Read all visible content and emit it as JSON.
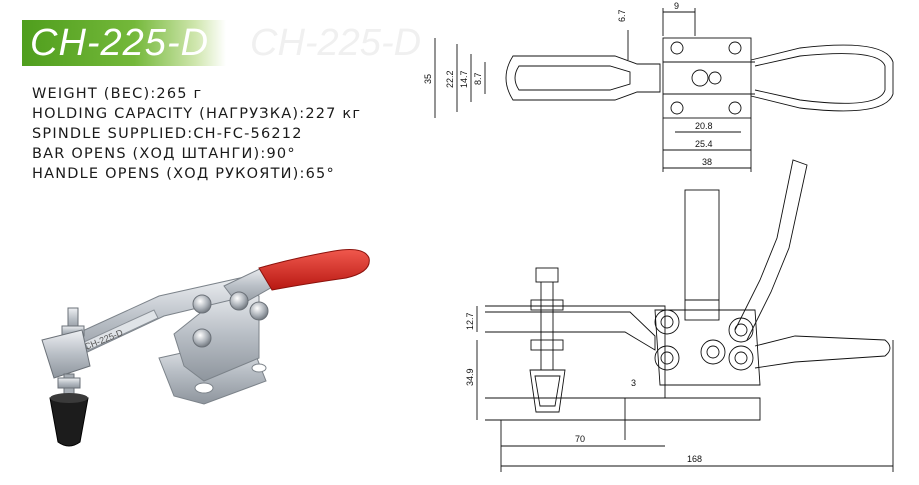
{
  "title": "CH-225-D",
  "title_ghost": "CH-225-D",
  "specs": [
    "WEIGHT (ВЕС):265 г",
    "HOLDING CAPACITY (НАГРУЗКА):227 кг",
    "SPINDLE SUPPLIED:CH-FC-56212",
    "BAR OPENS (ХОД ШТАНГИ):90°",
    "HANDLE OPENS (ХОД РУКОЯТИ):65°"
  ],
  "product_marking": "CH-225-D",
  "colors": {
    "title_green": "#5aa526",
    "handle_red": "#d8281e",
    "metal": "#c9cdd2",
    "rubber_tip": "#1c1c1c"
  },
  "dimensions": {
    "top_view": {
      "d9": "9",
      "d6_7": "6.7",
      "d35": "35",
      "d22_2": "22.2",
      "d14_7": "14.7",
      "d8_7": "8.7",
      "d20_8": "20.8",
      "d25_4": "25.4",
      "d38": "38"
    },
    "side_view": {
      "d12_7": "12.7",
      "d34_9": "34.9",
      "d3": "3",
      "d70": "70",
      "d168": "168"
    }
  }
}
